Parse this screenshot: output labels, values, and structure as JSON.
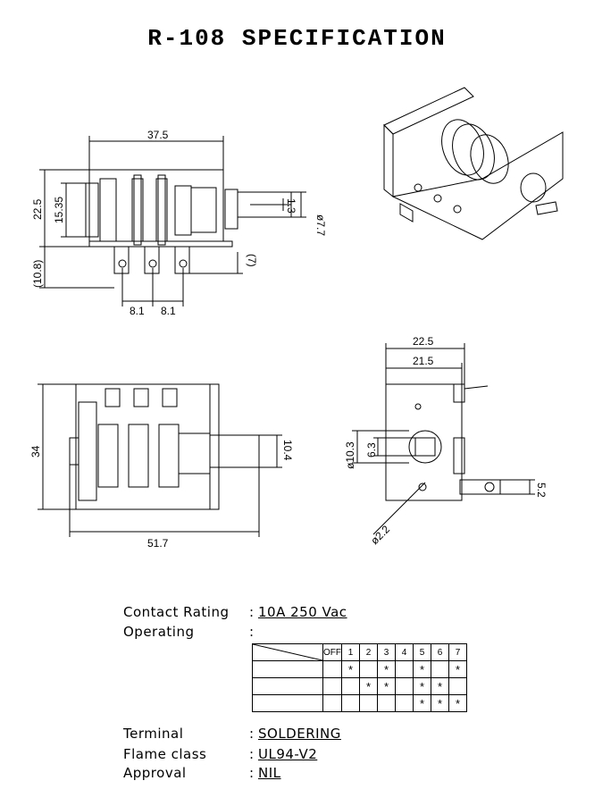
{
  "title": "R-108 SPECIFICATION",
  "dimensions": {
    "top_left": {
      "width": "37.5",
      "height_a": "22.5",
      "height_b": "15.35",
      "bottom": "(10.8)",
      "shaft_dia": "ø7.7",
      "flat": "1.3",
      "pin_h": "(7)",
      "pitch1": "8.1",
      "pitch2": "8.1"
    },
    "bottom_left": {
      "height": "34",
      "shaft": "10.4",
      "length": "51.7"
    },
    "bottom_right": {
      "w1": "22.5",
      "w2": "21.5",
      "d1": "ø10.3",
      "d2": "6.3",
      "pin": "5.2",
      "hole": "ø2.2"
    }
  },
  "spec": {
    "contact_rating_label": "Contact Rating",
    "contact_rating_value": "10A 250 Vac",
    "operating_label": "Operating",
    "terminal_label": "Terminal",
    "terminal_value": "SOLDERING",
    "flame_label": "Flame class",
    "flame_value": "UL94-V2",
    "approval_label": "Approval",
    "approval_value": "NIL",
    "colon": ":"
  },
  "operating_table": {
    "columns": [
      "OFF",
      "1",
      "2",
      "3",
      "4",
      "5",
      "6",
      "7"
    ],
    "rows": [
      [
        "",
        "*",
        "",
        "*",
        "",
        "*",
        "",
        "*"
      ],
      [
        "",
        "",
        "*",
        "*",
        "",
        "*",
        "*",
        ""
      ],
      [
        "",
        "",
        "",
        "",
        "",
        "*",
        "*",
        "*"
      ]
    ]
  }
}
